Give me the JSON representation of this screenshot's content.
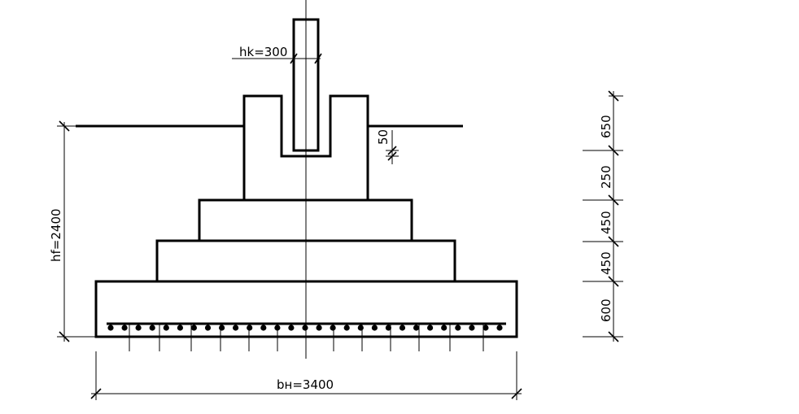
{
  "labels": {
    "column_width": "hk=300",
    "gap_dim": "50",
    "total_height": "hf=2400",
    "base_width": "bн=3400"
  },
  "height_dims": [
    "650",
    "250",
    "450",
    "450",
    "600"
  ]
}
